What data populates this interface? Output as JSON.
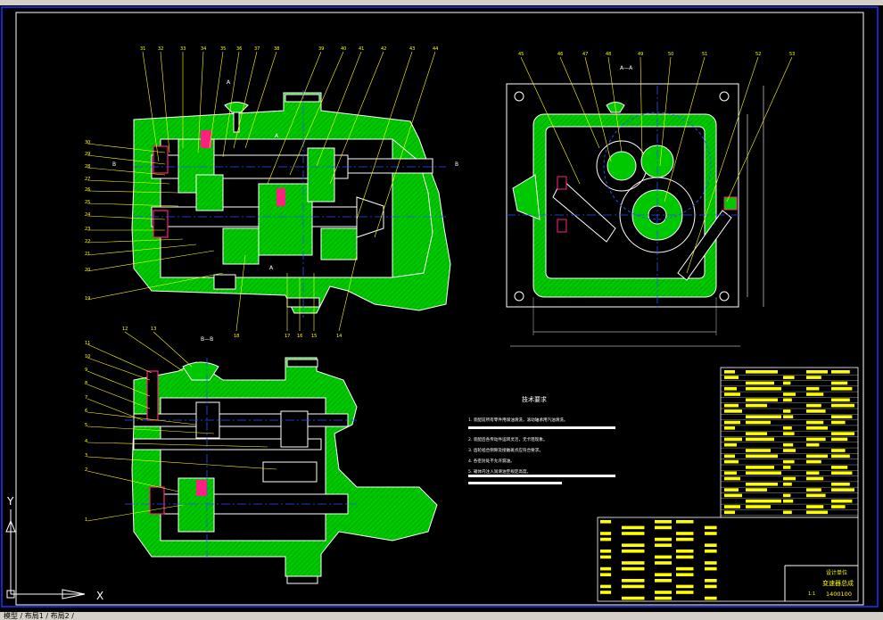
{
  "app": {
    "layout_tabs_text": "模型 / 布局1 / 布局2 /",
    "ucs_x": "X",
    "ucs_y": "Y"
  },
  "drawing": {
    "section_label_aa": "A—A",
    "section_label_bb": "B—B",
    "view_markers": {
      "A_top": "A",
      "A_mid": "A",
      "A_bottom": "A",
      "B_left": "B",
      "B_right": "B"
    },
    "tech_title": "技术要求",
    "tech_notes": [
      "1. 装配前所有零件用煤油清洗，滚动轴承用汽油清洗。",
      "2. 装配后各传动件运转灵活，无卡阻现象。",
      "3. 齿轮啮合侧隙及接触斑点应符合要求。",
      "4. 各密封处不允许漏油。",
      "5. 箱体内注入润滑油至规定高度。"
    ],
    "title_block": {
      "name": "变速器总成",
      "drawing_no": "1400100",
      "scale": "1:1",
      "school": "设计单位"
    },
    "callouts_top": [
      "31",
      "32",
      "33",
      "34",
      "35",
      "36",
      "37",
      "38",
      "39",
      "40",
      "41",
      "42",
      "43",
      "44"
    ],
    "callouts_left": [
      "30",
      "29",
      "28",
      "27",
      "26",
      "25",
      "24",
      "23",
      "22",
      "21",
      "20",
      "19"
    ],
    "callouts_bottom": [
      "18",
      "17",
      "16",
      "15",
      "14"
    ],
    "callouts_lower_left": [
      "11",
      "12",
      "13",
      "10",
      "9",
      "8",
      "7",
      "6",
      "5",
      "4",
      "3",
      "2",
      "1"
    ],
    "callouts_right": [
      "45",
      "46",
      "47",
      "48",
      "49",
      "50",
      "51",
      "52",
      "53"
    ],
    "colors": {
      "background": "#000000",
      "frame": "#1e32ff",
      "part_fill": "#00c800",
      "line": "#ffffff",
      "callout": "#ffff00",
      "centerline": "#2850ff",
      "accent": "#ff2080"
    }
  }
}
